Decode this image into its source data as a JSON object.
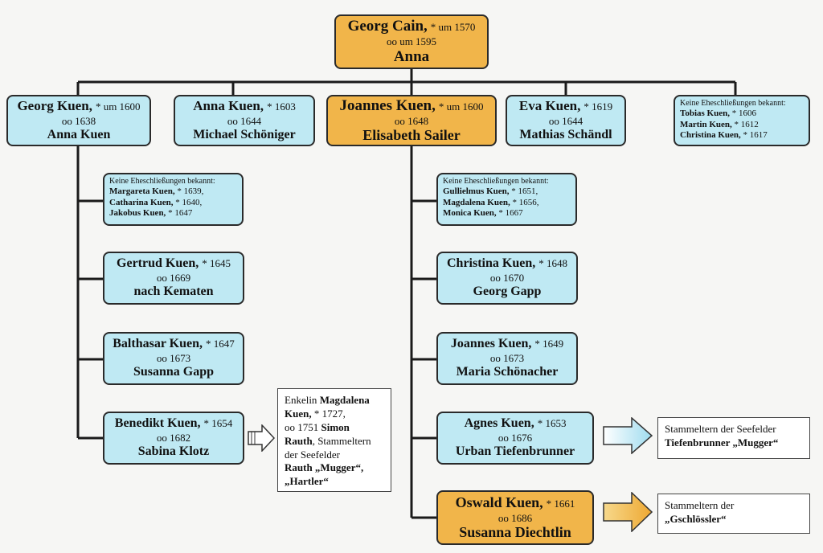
{
  "root": {
    "name": "Georg Cain,",
    "birth": "* um 1570",
    "marriage": "oo um 1595",
    "spouse": "Anna"
  },
  "children": [
    {
      "name": "Georg Kuen,",
      "birth": "* um 1600",
      "marriage": "oo 1638",
      "spouse": "Anna Kuen"
    },
    {
      "name": "Anna Kuen,",
      "birth": "* 1603",
      "marriage": "oo 1644",
      "spouse": "Michael Schöniger"
    },
    {
      "name": "Joannes Kuen,",
      "birth": "* um 1600",
      "marriage": "oo 1648",
      "spouse": "Elisabeth Sailer"
    },
    {
      "name": "Eva Kuen,",
      "birth": "* 1619",
      "marriage": "oo 1644",
      "spouse": "Mathias Schändl"
    }
  ],
  "root_unmarried": {
    "header": "Keine Eheschließungen bekannt:",
    "items": [
      {
        "name": "Tobias Kuen,",
        "birth": "* 1606"
      },
      {
        "name": "Martin Kuen,",
        "birth": "* 1612"
      },
      {
        "name": "Christina Kuen,",
        "birth": "* 1617"
      }
    ]
  },
  "georg_unmarried": {
    "header": "Keine Eheschließungen bekannt:",
    "items": [
      {
        "name": "Margareta Kuen,",
        "birth": "* 1639,"
      },
      {
        "name": "Catharina Kuen,",
        "birth": "* 1640,"
      },
      {
        "name": "Jakobus Kuen,",
        "birth": "* 1647"
      }
    ]
  },
  "georg_children": [
    {
      "name": "Gertrud Kuen,",
      "birth": "* 1645",
      "marriage": "oo 1669",
      "spouse": "nach Kematen"
    },
    {
      "name": "Balthasar Kuen,",
      "birth": "* 1647",
      "marriage": "oo 1673",
      "spouse": "Susanna Gapp"
    },
    {
      "name": "Benedikt Kuen,",
      "birth": "* 1654",
      "marriage": "oo 1682",
      "spouse": "Sabina Klotz"
    }
  ],
  "joannes_unmarried": {
    "header": "Keine Eheschließungen bekannt:",
    "items": [
      {
        "name": "Gullielmus Kuen,",
        "birth": "* 1651,"
      },
      {
        "name": "Magdalena Kuen,",
        "birth": "* 1656,"
      },
      {
        "name": "Monica Kuen,",
        "birth": " * 1667"
      }
    ]
  },
  "joannes_children": [
    {
      "name": "Christina Kuen,",
      "birth": "* 1648",
      "marriage": "oo 1670",
      "spouse": "Georg Gapp"
    },
    {
      "name": "Joannes Kuen,",
      "birth": "* 1649",
      "marriage": "oo 1673",
      "spouse": "Maria Schönacher"
    },
    {
      "name": "Agnes Kuen,",
      "birth": "* 1653",
      "marriage": "oo 1676",
      "spouse": "Urban Tiefenbrunner"
    },
    {
      "name": "Oswald Kuen,",
      "birth": "* 1661",
      "marriage": "oo 1686",
      "spouse": "Susanna Diechtlin"
    }
  ],
  "note_benedikt": {
    "l1": "Enkelin ",
    "l1b": "Magdalena",
    "l2b": "Kuen,",
    "l2": " * 1727,",
    "l3": "oo 1751 ",
    "l3b": "Simon",
    "l4b": "Rauth",
    "l4": ", Stammeltern",
    "l5": "der Seefelder",
    "l6b": "Rauth „Mugger“,",
    "l7b": "„Hartler“"
  },
  "note_agnes": {
    "l1": "Stammeltern der Seefelder",
    "l2b": "Tiefenbrunner „Mugger“"
  },
  "note_oswald": {
    "l1": "Stammeltern der",
    "l2b": "„Gschlössler“"
  },
  "colors": {
    "blue": "#bfe9f3",
    "gold": "#f1b54a",
    "line": "#1a1a1a"
  }
}
